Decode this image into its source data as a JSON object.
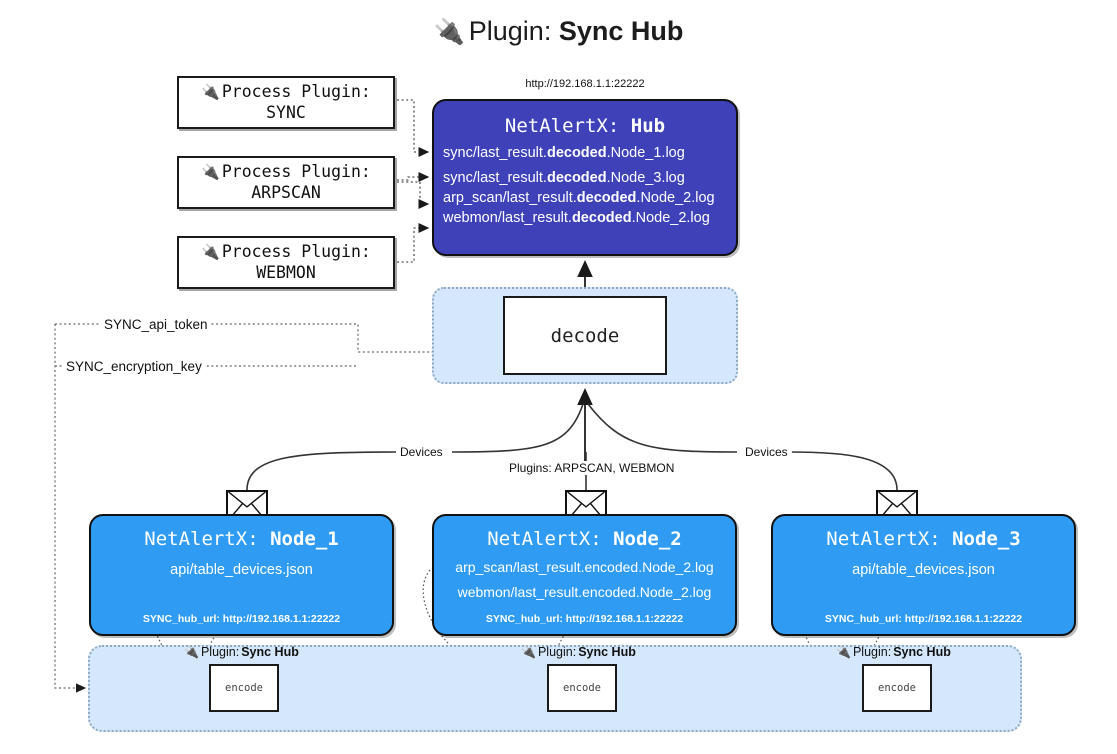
{
  "title": {
    "icon": "plug-icon",
    "prefix": "Plugin:",
    "name": "Sync Hub"
  },
  "hub": {
    "url": "http://192.168.1.1:22222",
    "title_prefix": "NetAlertX:",
    "title_name": "Hub",
    "logs": [
      {
        "pre": "sync/last_result.",
        "mid": "decoded",
        "post": ".Node_1.log"
      },
      {
        "pre": "sync/last_result.",
        "mid": "decoded",
        "post": ".Node_3.log"
      },
      {
        "pre": "arp_scan/last_result.",
        "mid": "decoded",
        "post": ".Node_2.log"
      },
      {
        "pre": "webmon/last_result.",
        "mid": "decoded",
        "post": ".Node_2.log"
      }
    ]
  },
  "process_plugins": [
    {
      "label": "Process Plugin:",
      "name": "SYNC",
      "icon": "plug-icon"
    },
    {
      "label": "Process Plugin:",
      "name": "ARPSCAN",
      "icon": "plug-icon"
    },
    {
      "label": "Process Plugin:",
      "name": "WEBMON",
      "icon": "plug-icon"
    }
  ],
  "decode": {
    "label": "decode"
  },
  "tokens": [
    {
      "label": "SYNC_api_token"
    },
    {
      "label": "SYNC_encryption_key"
    }
  ],
  "edge_labels": {
    "devices_left": "Devices",
    "devices_right": "Devices",
    "plugins_center": "Plugins: ARPSCAN, WEBMON"
  },
  "nodes": [
    {
      "title_prefix": "NetAlertX:",
      "title_name": "Node_1",
      "lines": [
        "api/table_devices.json"
      ],
      "url_label": "SYNC_hub_url: http://192.168.1.1:22222",
      "icon": "envelope-icon"
    },
    {
      "title_prefix": "NetAlertX:",
      "title_name": "Node_2",
      "lines": [
        "arp_scan/last_result.encoded.Node_2.log",
        "webmon/last_result.encoded.Node_2.log"
      ],
      "url_label": "SYNC_hub_url: http://192.168.1.1:22222",
      "icon": "envelope-icon"
    },
    {
      "title_prefix": "NetAlertX:",
      "title_name": "Node_3",
      "lines": [
        "api/table_devices.json"
      ],
      "url_label": "SYNC_hub_url: http://192.168.1.1:22222",
      "icon": "envelope-icon"
    }
  ],
  "bottom_plugins": [
    {
      "label": "Plugin:",
      "name": "Sync Hub",
      "encode": "encode",
      "icon": "plug-icon"
    },
    {
      "label": "Plugin:",
      "name": "Sync Hub",
      "encode": "encode",
      "icon": "plug-icon"
    },
    {
      "label": "Plugin:",
      "name": "Sync Hub",
      "encode": "encode",
      "icon": "plug-icon"
    }
  ],
  "colors": {
    "hub": "#3f41b9",
    "node": "#2f9bf2",
    "container": "#d5e8fb",
    "stroke": "#111111"
  }
}
